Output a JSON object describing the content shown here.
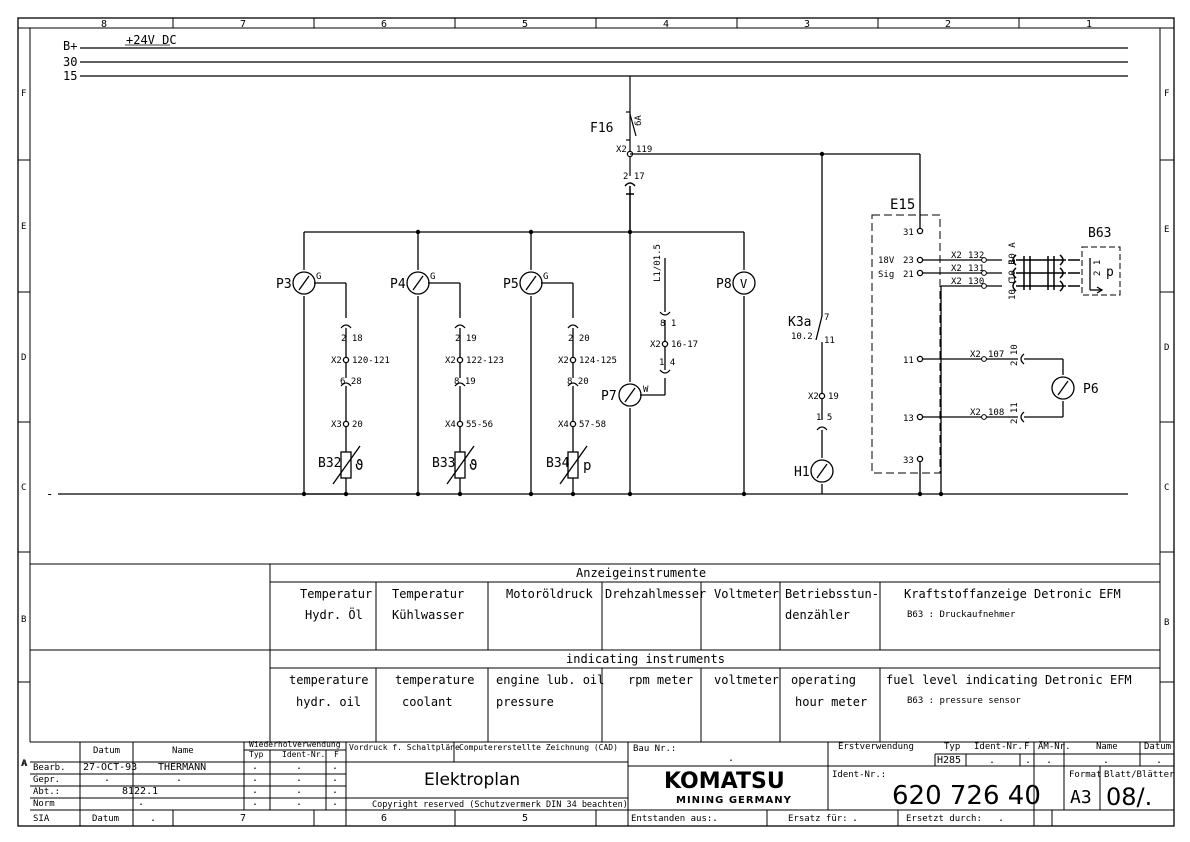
{
  "frame": {
    "columns": [
      "8",
      "7",
      "6",
      "5",
      "4",
      "3",
      "2",
      "1"
    ],
    "rows": [
      "F",
      "E",
      "D",
      "C",
      "B",
      "A"
    ]
  },
  "rails": {
    "voltage": "+24V DC",
    "rail_bplus": "B+",
    "rail_30": "30",
    "rail_15": "15",
    "ground": "-"
  },
  "fuse": {
    "label": "F16",
    "rating": "6A",
    "conn1": "X2",
    "term1": "119",
    "term2": "2 17"
  },
  "instruments": {
    "p3": {
      "label": "P3",
      "mark": "G",
      "plug1": "2 18",
      "x1": "X2",
      "x1t": "120-121",
      "plug2": "6 28",
      "x2": "X3",
      "x2t": "20",
      "sensor": "B32",
      "sym": "ϑ"
    },
    "p4": {
      "label": "P4",
      "mark": "G",
      "plug1": "2 19",
      "x1": "X2",
      "x1t": "122-123",
      "plug2": "8 19",
      "x2": "X4",
      "x2t": "55-56",
      "sensor": "B33",
      "sym": "ϑ"
    },
    "p5": {
      "label": "P5",
      "mark": "G",
      "plug1": "2 20",
      "x1": "X2",
      "x1t": "124-125",
      "plug2": "8 20",
      "x2": "X4",
      "x2t": "57-58",
      "sensor": "B34",
      "sym": "p"
    },
    "p7": {
      "label": "P7",
      "mark": "W",
      "ref": "L1/01.5",
      "plug1": "8 1",
      "x1": "X2",
      "x1t": "16-17",
      "plug2": "1 4"
    },
    "p8": {
      "label": "P8",
      "sym": "V"
    },
    "k3a": {
      "label": "K3a",
      "ref": "10.2",
      "pin_a": "7",
      "pin_b": "11",
      "x": "X2",
      "xt": "19",
      "plug": "1 5"
    },
    "h1": {
      "label": "H1"
    },
    "e15": {
      "label": "E15",
      "pin31": "31",
      "pin23": "23",
      "pin21": "21",
      "pin11": "11",
      "pin13": "13",
      "pin33": "33",
      "v18": "18V",
      "sig": "Sig",
      "x": "X2",
      "x132": "132",
      "x131": "131",
      "x130": "130",
      "x107": "107",
      "x108": "108",
      "plugs": [
        "10 A",
        "10 B",
        "10 C"
      ],
      "plug_b": "2 10",
      "plug_c": "2 11"
    },
    "b63": {
      "label": "B63",
      "sym": "p",
      "pins": "2 1"
    },
    "p6": {
      "label": "P6"
    }
  },
  "legend": {
    "header_de": "Anzeigeinstrumente",
    "header_en": "indicating instruments",
    "de": [
      {
        "l1": "Temperatur",
        "l2": "Hydr. Öl"
      },
      {
        "l1": "Temperatur",
        "l2": "Kühlwasser"
      },
      {
        "l1": "Motoröldruck",
        "l2": ""
      },
      {
        "l1": "Drehzahlmesser",
        "l2": ""
      },
      {
        "l1": "Voltmeter",
        "l2": ""
      },
      {
        "l1": "Betriebsstun-",
        "l2": "denzähler"
      },
      {
        "l1": "Kraftstoffanzeige Detronic EFM",
        "l2": "B63 : Druckaufnehmer"
      }
    ],
    "en": [
      {
        "l1": "temperature",
        "l2": "hydr. oil"
      },
      {
        "l1": "temperature",
        "l2": "coolant"
      },
      {
        "l1": "engine lub. oil",
        "l2": "pressure"
      },
      {
        "l1": "rpm meter",
        "l2": ""
      },
      {
        "l1": "voltmeter",
        "l2": ""
      },
      {
        "l1": "operating",
        "l2": "hour meter"
      },
      {
        "l1": "fuel level indicating Detronic EFM",
        "l2": "B63 : pressure sensor"
      }
    ]
  },
  "titleblock": {
    "col_datum": "Datum",
    "col_name": "Name",
    "wiederhol": "Wiederholverwendung",
    "typ": "Typ",
    "identnr": "Ident-Nr.",
    "f": "F",
    "bearb": "Bearb.",
    "bearb_date": "27-OCT-93",
    "bearb_name": "THERMANN",
    "gepr": "Gepr.",
    "abt": "Abt.:",
    "abt_val": "8122.1",
    "norm": "Norm",
    "dot": ".",
    "vordruck": "Vordruck f. Schaltpläne",
    "cad": "Computererstellte Zeichnung (CAD)",
    "title": "Elektroplan",
    "copyright": "Copyright reserved (Schutzvermerk DIN 34 beachten)",
    "bau_nr": "Bau Nr.:",
    "company": "KOMATSU",
    "company_sub": "MINING GERMANY",
    "erstverwendung": "Erstverwendung",
    "ev_typ": "Typ",
    "ev_typ_val": "H285",
    "ev_ident": "Ident-Nr.",
    "ev_f": "F",
    "aem_nr": "ÄM-Nr.",
    "aem_name": "Name",
    "aem_datum": "Datum",
    "ident_label": "Ident-Nr.:",
    "ident_val": "620 726 40",
    "format_label": "Format",
    "format_val": "A3",
    "blatt_label": "Blatt/Blätter",
    "blatt_val": "08/.",
    "sia": "SIA",
    "datum": "Datum",
    "entstanden": "Entstanden aus:",
    "ersatz_fuer": "Ersatz für:",
    "ersetzt_durch": "Ersetzt durch:",
    "col7": "7",
    "col6": "6",
    "col5": "5"
  }
}
